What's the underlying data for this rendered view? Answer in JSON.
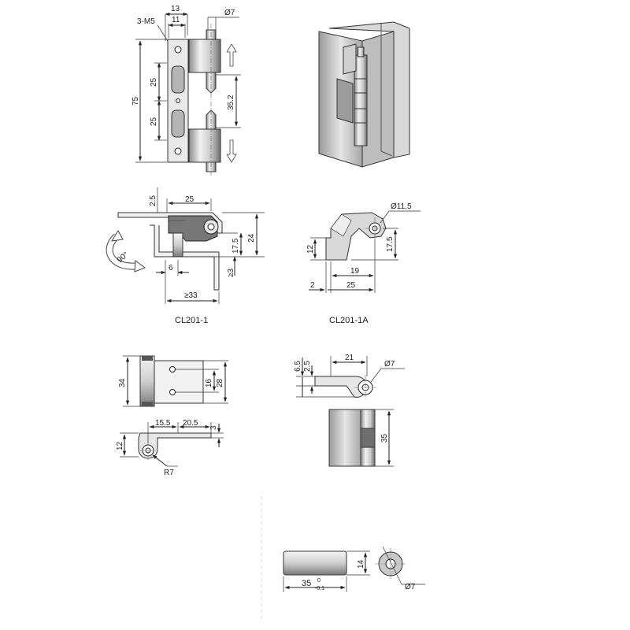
{
  "view1": {
    "d_3m5": "3-M5",
    "d_13": "13",
    "d_11": "11",
    "d_phi7": "Ø7",
    "d_75": "75",
    "d_25a": "25",
    "d_25b": "25",
    "d_35_2": "35.2"
  },
  "view2": {
    "d_2_5": "2.5",
    "d_25": "25",
    "d_17_5": "17.5",
    "d_24": "24",
    "d_ge3": "≥3",
    "d_6": "6",
    "d_ge33": "≥33",
    "d_90": "90°",
    "caption": "CL201-1"
  },
  "view3": {
    "d_phi11_5": "Ø11.5",
    "d_12": "12",
    "d_17_5": "17.5",
    "d_19": "19",
    "d_2": "2",
    "d_25": "25",
    "caption": "CL201-1A"
  },
  "view4": {
    "d_34": "34",
    "d_16": "16",
    "d_28": "28"
  },
  "view5": {
    "d_15_5": "15.5",
    "d_20_5": "20.5",
    "d_3": "3",
    "d_12": "12",
    "d_r7": "R7"
  },
  "view6": {
    "d_6_5": "6.5",
    "d_2_5": "2.5",
    "d_21": "21",
    "d_phi7": "Ø7",
    "d_35": "35"
  },
  "view7": {
    "d_35": "35",
    "d_tol_up": "0",
    "d_tol_low": "-0.1",
    "d_14": "14",
    "d_phi7": "Ø7"
  }
}
